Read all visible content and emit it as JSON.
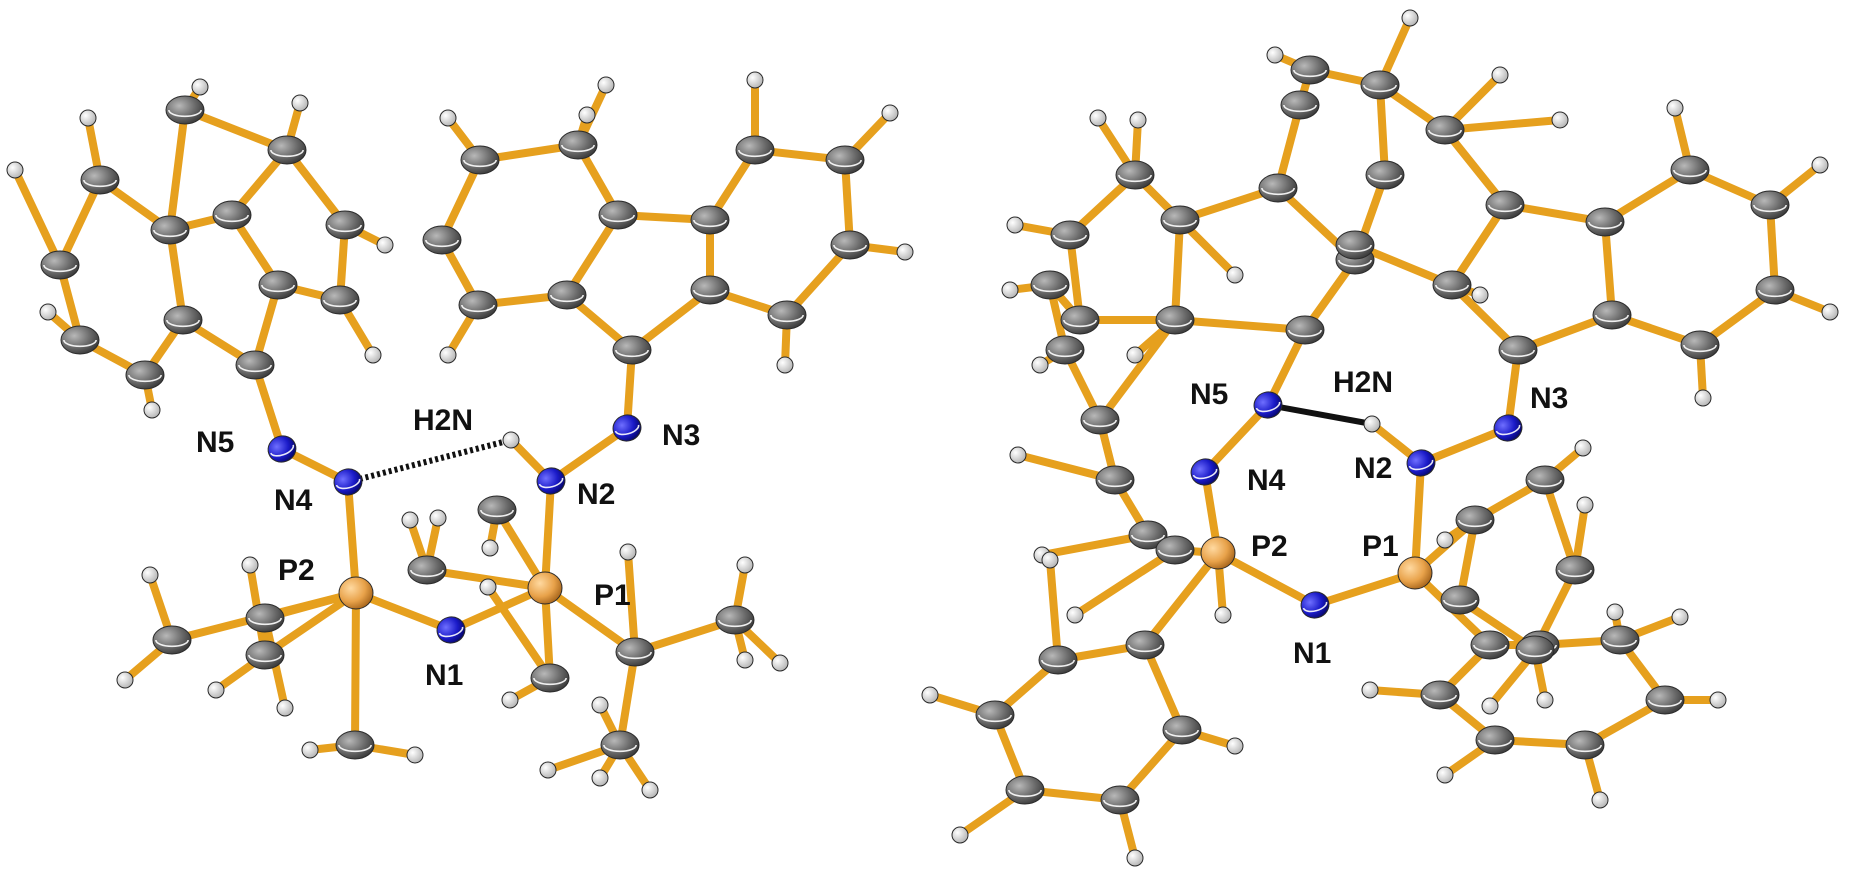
{
  "colors": {
    "bond": "#e6a01e",
    "carbon": "#6a6a6a",
    "hydrogen": "#e4e4e4",
    "nitrogen": "#1a1ac8",
    "phosphorus": "#e8a24a",
    "hbond": "#111111",
    "label": "#111111"
  },
  "structures": [
    {
      "name": "left",
      "labels": {
        "N5": "N5",
        "N4": "N4",
        "H2N": "H2N",
        "N2": "N2",
        "N3": "N3",
        "P2": "P2",
        "P1": "P1",
        "N1": "N1"
      }
    },
    {
      "name": "right",
      "labels": {
        "N5": "N5",
        "N4": "N4",
        "H2N": "H2N",
        "N2": "N2",
        "N3": "N3",
        "P2": "P2",
        "P1": "P1",
        "N1": "N1"
      }
    }
  ]
}
